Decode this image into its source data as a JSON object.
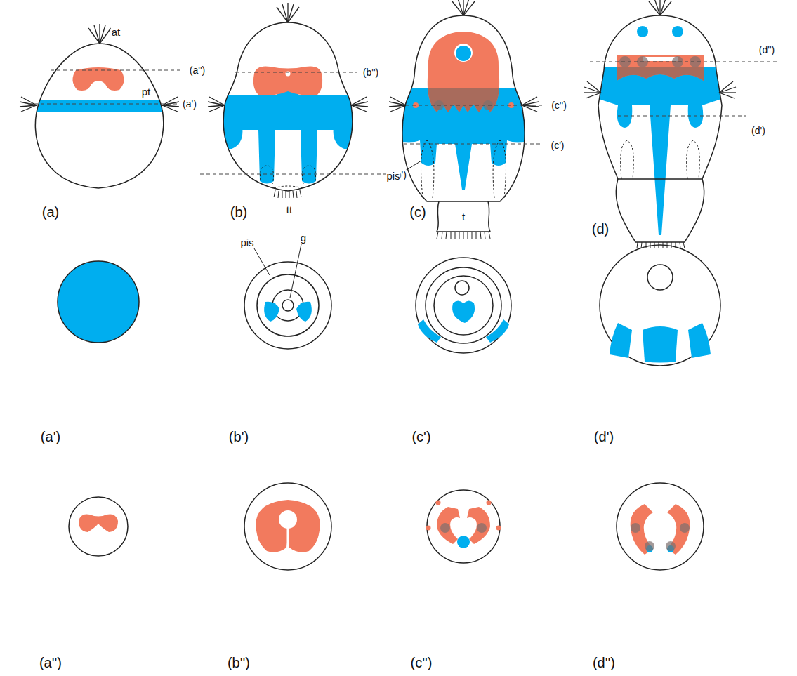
{
  "diagram": {
    "labels": [
      "at",
      "pt",
      "(a'')",
      "(a')",
      "(a)",
      "(b'')",
      "(b')",
      "tt",
      "(b)",
      "(c'')",
      "(c')",
      "pis",
      "t",
      "(c)",
      "(d'')",
      "(d')",
      "(d)",
      "pis",
      "g",
      "(a')",
      "(b')",
      "(c')",
      "(d')",
      "(a'')",
      "(b'')",
      "(c'')",
      "(d'')"
    ]
  }
}
